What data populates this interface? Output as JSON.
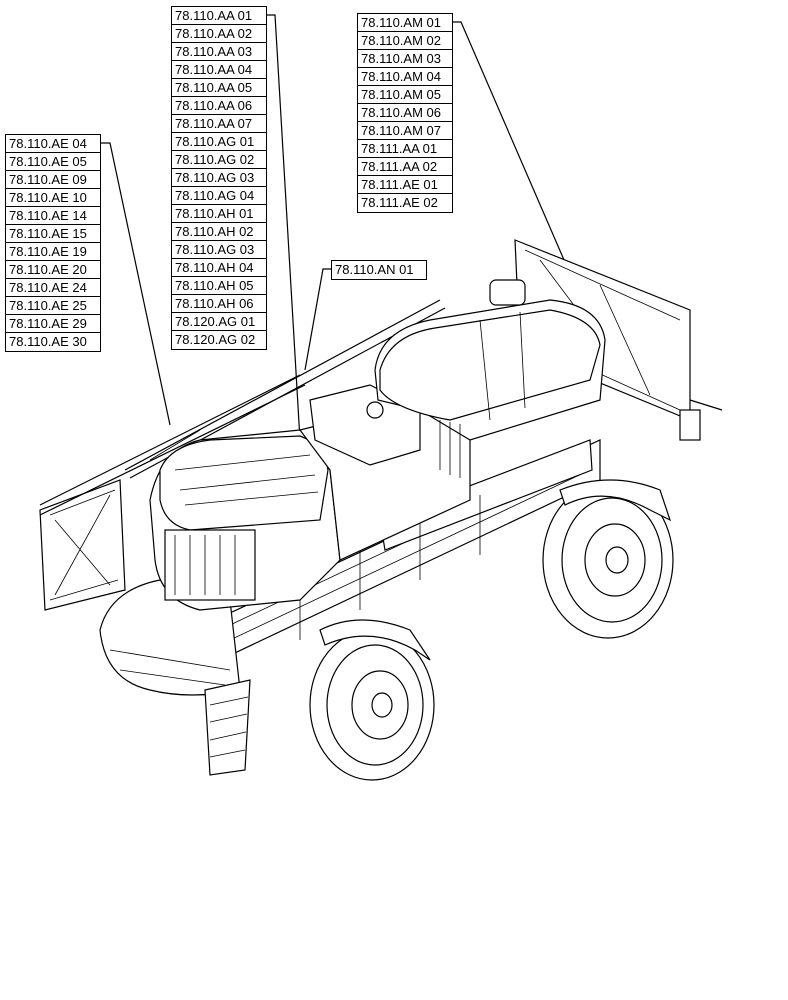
{
  "callouts": {
    "ae_group": [
      "78.110.AE 04",
      "78.110.AE 05",
      "78.110.AE 09",
      "78.110.AE 10",
      "78.110.AE 14",
      "78.110.AE 15",
      "78.110.AE 19",
      "78.110.AE 20",
      "78.110.AE 24",
      "78.110.AE 25",
      "78.110.AE 29",
      "78.110.AE 30"
    ],
    "aa_group": [
      "78.110.AA 01",
      "78.110.AA 02",
      "78.110.AA 03",
      "78.110.AA 04",
      "78.110.AA 05",
      "78.110.AA 06",
      "78.110.AA 07",
      "78.110.AG 01",
      "78.110.AG 02",
      "78.110.AG 03",
      "78.110.AG 04",
      "78.110.AH 01",
      "78.110.AH 02",
      "78.110.AG 03",
      "78.110.AH 04",
      "78.110.AH 05",
      "78.110.AH 06",
      "78.120.AG 01",
      "78.120.AG 02"
    ],
    "am_group": [
      "78.110.AM 01",
      "78.110.AM 02",
      "78.110.AM 03",
      "78.110.AM 04",
      "78.110.AM 05",
      "78.110.AM 06",
      "78.110.AM 07",
      "78.111.AA 01",
      "78.111.AA 02",
      "78.111.AE 01",
      "78.111.AE 02"
    ],
    "an_group": [
      "78.110.AN 01"
    ]
  }
}
